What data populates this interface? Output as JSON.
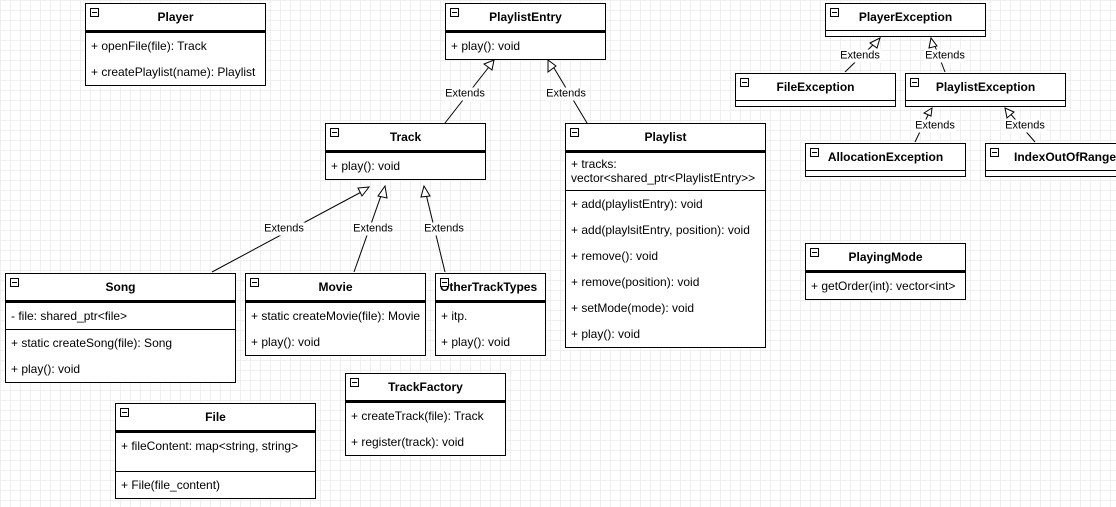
{
  "classes": {
    "player": {
      "name": "Player",
      "methods": [
        "+ openFile(file): Track",
        "+ createPlaylist(name): Playlist"
      ]
    },
    "playlist_entry": {
      "name": "PlaylistEntry",
      "methods": [
        "+ play(): void"
      ]
    },
    "player_exception": {
      "name": "PlayerException"
    },
    "file_exception": {
      "name": "FileException"
    },
    "playlist_exception": {
      "name": "PlaylistException"
    },
    "allocation_exception": {
      "name": "AllocationException"
    },
    "index_out_of_range": {
      "name": "IndexOutOfRange"
    },
    "track": {
      "name": "Track",
      "methods": [
        "+ play(): void"
      ]
    },
    "playlist": {
      "name": "Playlist",
      "attributes": [
        "+ tracks: vector<shared_ptr<PlaylistEntry>>"
      ],
      "methods": [
        "+ add(playlistEntry): void",
        "+ add(playlsitEntry, position): void",
        "+ remove(): void",
        "+ remove(position): void",
        "+ setMode(mode): void",
        "+ play(): void"
      ]
    },
    "song": {
      "name": "Song",
      "attributes": [
        "-  file: shared_ptr<file>"
      ],
      "methods": [
        "+ static createSong(file): Song",
        "+ play(): void"
      ]
    },
    "movie": {
      "name": "Movie",
      "methods": [
        "+ static createMovie(file): Movie",
        "+ play(): void"
      ]
    },
    "other_track_types": {
      "name": "OtherTrackTypes",
      "methods": [
        "+ itp.",
        "+ play(): void"
      ]
    },
    "playing_mode": {
      "name": "PlayingMode",
      "methods": [
        "+ getOrder(int): vector<int>"
      ]
    },
    "track_factory": {
      "name": "TrackFactory",
      "methods": [
        "+ createTrack(file): Track",
        "+ register(track): void"
      ]
    },
    "file": {
      "name": "File",
      "attributes": [
        "+ fileContent: map<string, string>"
      ],
      "methods": [
        "+ File(file_content)"
      ]
    }
  },
  "relation_label": "Extends"
}
